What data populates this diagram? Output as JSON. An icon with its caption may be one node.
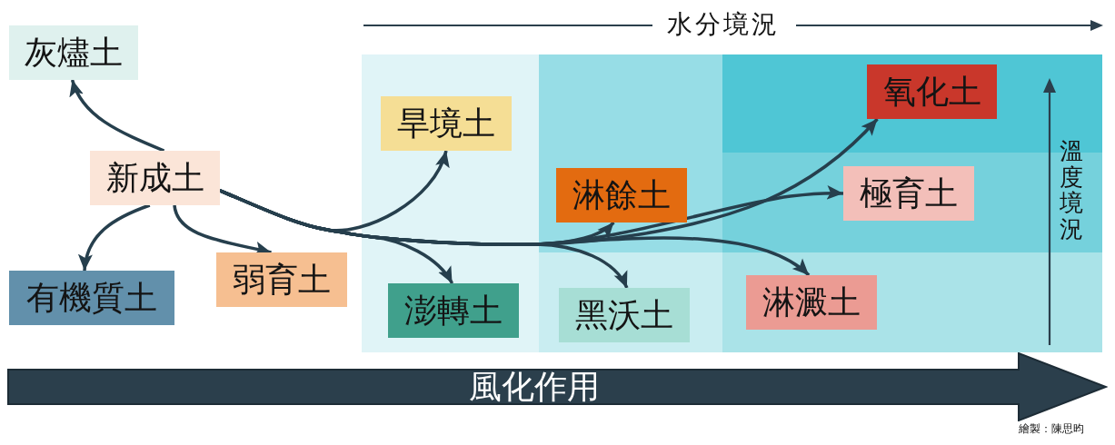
{
  "diagram": {
    "nodes": [
      {
        "text": [
          "灰燼土"
        ]
      },
      {
        "text": [
          "新成土"
        ]
      },
      {
        "text": [
          "有機質土"
        ]
      },
      {
        "text": [
          "弱育土"
        ]
      },
      {
        "text": [
          "旱境土"
        ]
      },
      {
        "text": [
          "淋餘土"
        ]
      },
      {
        "text": [
          "澎轉土"
        ]
      },
      {
        "text": [
          "黑沃土"
        ]
      },
      {
        "text": [
          "氧化土"
        ]
      },
      {
        "text": [
          "極育土"
        ]
      },
      {
        "text": [
          "淋澱土"
        ]
      },
      {
        "text": [
          "風化作用"
        ]
      }
    ],
    "edges": [
      {
        "from": 1,
        "to": 0,
        "arrow": "to"
      },
      {
        "from": 1,
        "to": 2,
        "arrow": "to"
      },
      {
        "from": 1,
        "to": 3,
        "arrow": "to"
      },
      {
        "from": 1,
        "to": 4,
        "arrow": "to"
      },
      {
        "from": 1,
        "to": 6,
        "arrow": "to"
      },
      {
        "from": 1,
        "to": 5,
        "arrow": "to"
      },
      {
        "from": 1,
        "to": 7,
        "arrow": "to"
      },
      {
        "from": 1,
        "to": 8,
        "arrow": "to"
      },
      {
        "from": 1,
        "to": 9,
        "arrow": "to"
      },
      {
        "from": 1,
        "to": 10,
        "arrow": "to"
      }
    ],
    "labels": [
      "水分境況",
      "溫度境況",
      "繪製：陳思昀"
    ]
  }
}
